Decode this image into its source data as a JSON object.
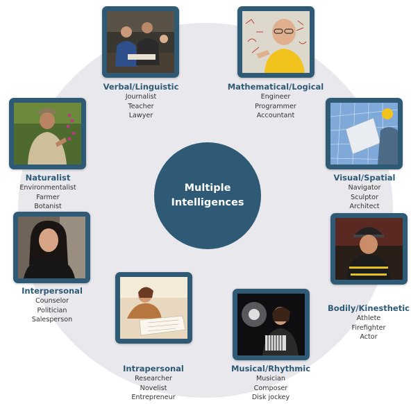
{
  "center": {
    "line1": "Multiple",
    "line2": "Intelligences"
  },
  "intelligences": [
    {
      "title": "Verbal/Linguistic",
      "jobs": [
        "Journalist",
        "Teacher",
        "Lawyer"
      ]
    },
    {
      "title": "Mathematical/Logical",
      "jobs": [
        "Engineer",
        "Programmer",
        "Accountant"
      ]
    },
    {
      "title": "Visual/Spatial",
      "jobs": [
        "Navigator",
        "Sculptor",
        "Architect"
      ]
    },
    {
      "title": "Bodily/Kinesthetic",
      "jobs": [
        "Athlete",
        "Firefighter",
        "Actor"
      ]
    },
    {
      "title": "Musical/Rhythmic",
      "jobs": [
        "Musician",
        "Composer",
        "Disk jockey"
      ]
    },
    {
      "title": "Intrapersonal",
      "jobs": [
        "Researcher",
        "Novelist",
        "Entrepreneur"
      ]
    },
    {
      "title": "Interpersonal",
      "jobs": [
        "Counselor",
        "Politician",
        "Salesperson"
      ]
    },
    {
      "title": "Naturalist",
      "jobs": [
        "Environmentalist",
        "Farmer",
        "Botanist"
      ]
    }
  ]
}
